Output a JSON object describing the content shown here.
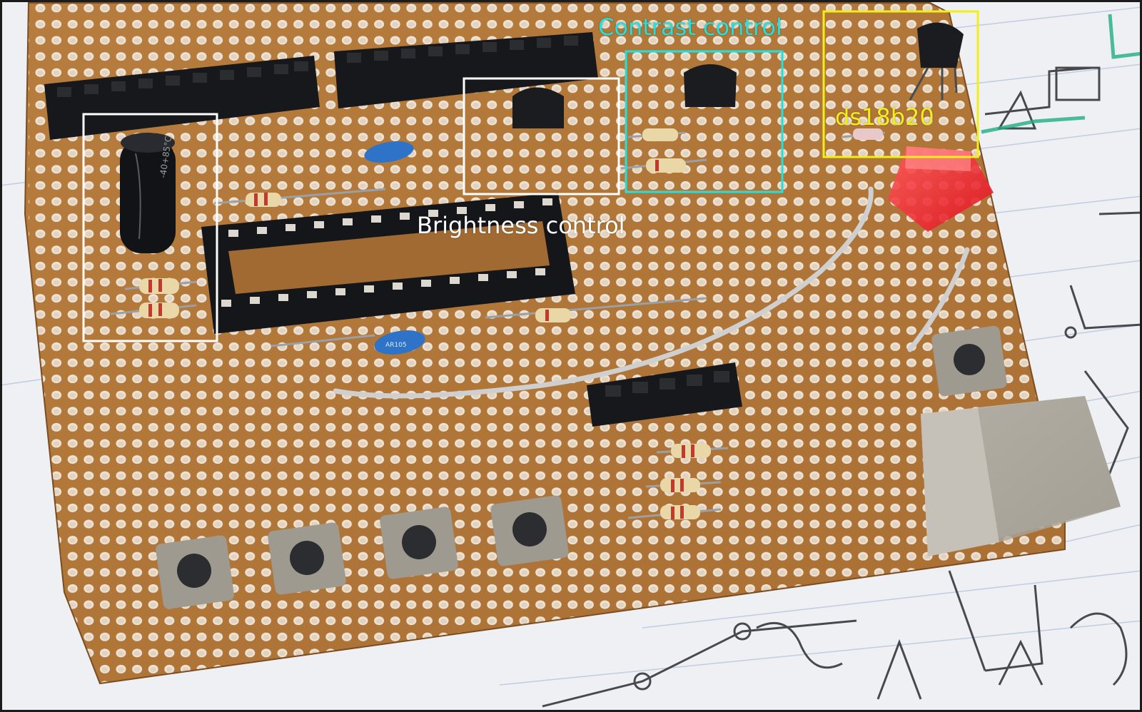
{
  "photo": {
    "subject": "stripboard",
    "paper_color": "#f2f3f5",
    "board_color": "#b0773a",
    "board_dark": "#8f5c2a",
    "hole_color": "#f6f2ec"
  },
  "annotations": [
    {
      "id": "capacitor",
      "label": "",
      "color": "#ffffff"
    },
    {
      "id": "brightness",
      "label": "Brightness control",
      "color": "#ffffff"
    },
    {
      "id": "contrast",
      "label": "Contrast control",
      "color": "#22e0dc"
    },
    {
      "id": "ds18b20",
      "label": "ds18b20",
      "color": "#f2ee1e"
    }
  ],
  "components": {
    "capacitor_markings": "-40+85°C",
    "small_cap_marking": "AR105",
    "pushbuttons": 5,
    "led_color": "#ff2a3a",
    "usb_connector": "USB-B"
  }
}
